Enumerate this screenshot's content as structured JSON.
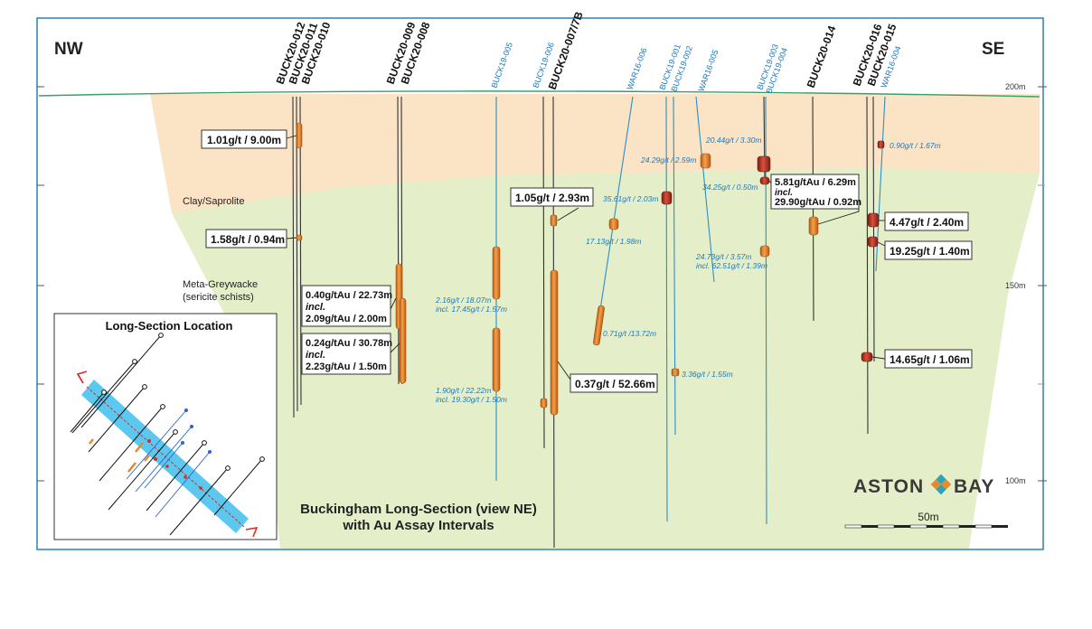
{
  "labels": {
    "nw": "NW",
    "se": "SE",
    "clay": "Clay/Saprolite",
    "meta1": "Meta-Greywacke",
    "meta2": "(sericite schists)",
    "title1": "Buckingham Long-Section (view NE)",
    "title2": "with Au Assay Intervals",
    "inset_title": "Long-Section Location",
    "logo_left": "ASTON",
    "logo_right": "BAY",
    "scale": "50m"
  },
  "elevations": [
    "200m",
    "150m",
    "100m"
  ],
  "holes": [
    {
      "id": "h1",
      "name": "BUCK20-012",
      "kind": "main"
    },
    {
      "id": "h2",
      "name": "BUCK20-011",
      "kind": "main"
    },
    {
      "id": "h3",
      "name": "BUCK20-010",
      "kind": "main"
    },
    {
      "id": "h4",
      "name": "BUCK20-009",
      "kind": "main"
    },
    {
      "id": "h5",
      "name": "BUCK20-008",
      "kind": "main"
    },
    {
      "id": "h6",
      "name": "BUCK19-005",
      "kind": "old"
    },
    {
      "id": "h7",
      "name": "BUCK19-006",
      "kind": "old"
    },
    {
      "id": "h8",
      "name": "BUCK20-007/7B",
      "kind": "main"
    },
    {
      "id": "h9",
      "name": "WAR16-006",
      "kind": "old"
    },
    {
      "id": "h10",
      "name": "BUCK19-001",
      "kind": "old"
    },
    {
      "id": "h11",
      "name": "BUCK19-002",
      "kind": "old"
    },
    {
      "id": "h12",
      "name": "WAR16-005",
      "kind": "old"
    },
    {
      "id": "h13",
      "name": "BUCK19-003",
      "kind": "old"
    },
    {
      "id": "h14",
      "name": "BUCK19-004",
      "kind": "old"
    },
    {
      "id": "h15",
      "name": "BUCK20-014",
      "kind": "main"
    },
    {
      "id": "h16",
      "name": "BUCK20-016",
      "kind": "main"
    },
    {
      "id": "h17",
      "name": "BUCK20-015",
      "kind": "main"
    },
    {
      "id": "h18",
      "name": "WAR16-004",
      "kind": "old"
    }
  ],
  "assays_boxed": [
    {
      "id": "b1",
      "lines": [
        "1.01g/t / 9.00m"
      ]
    },
    {
      "id": "b2",
      "lines": [
        "1.58g/t / 0.94m"
      ]
    },
    {
      "id": "b3",
      "lines": [
        "0.40g/tAu / 22.73m",
        "incl.",
        "2.09g/tAu / 2.00m"
      ]
    },
    {
      "id": "b4",
      "lines": [
        "0.24g/tAu / 30.78m",
        "incl.",
        "2.23g/tAu / 1.50m"
      ]
    },
    {
      "id": "b5",
      "lines": [
        "1.05g/t / 2.93m"
      ]
    },
    {
      "id": "b6",
      "lines": [
        "0.37g/t / 52.66m"
      ]
    },
    {
      "id": "b7",
      "lines": [
        "5.81g/tAu / 6.29m",
        "incl.",
        "29.90g/tAu / 0.92m"
      ]
    },
    {
      "id": "b8",
      "lines": [
        "4.47g/t / 2.40m"
      ]
    },
    {
      "id": "b9",
      "lines": [
        "19.25g/t / 1.40m"
      ]
    },
    {
      "id": "b10",
      "lines": [
        "14.65g/t / 1.06m"
      ]
    }
  ],
  "assays_small": [
    {
      "id": "s1",
      "lines": [
        "24.29g/t / 2.59m"
      ]
    },
    {
      "id": "s2",
      "lines": [
        "20.44g/t / 3.30m"
      ]
    },
    {
      "id": "s3",
      "lines": [
        "0.90g/t / 1.67m"
      ]
    },
    {
      "id": "s4",
      "lines": [
        "35.61g/t / 2.03m"
      ]
    },
    {
      "id": "s5",
      "lines": [
        "34.25g/t / 0.50m"
      ]
    },
    {
      "id": "s6",
      "lines": [
        "17.13g/t / 1.98m"
      ]
    },
    {
      "id": "s7",
      "lines": [
        "24.73g/t / 3.57m",
        "incl. 62.51g/t / 1.39m"
      ]
    },
    {
      "id": "s8",
      "lines": [
        "2.16g/t / 18.07m",
        "incl. 17.45g/t / 1.57m"
      ]
    },
    {
      "id": "s9",
      "lines": [
        "0.71g/t /13.72m"
      ]
    },
    {
      "id": "s10",
      "lines": [
        "3.36g/t / 1.55m"
      ]
    },
    {
      "id": "s11",
      "lines": [
        "1.90g/t / 22.22m",
        "incl. 19.30g/t / 1.50m"
      ]
    }
  ],
  "colors": {
    "clay": "#fbe3c6",
    "meta": "#e4efc9",
    "frame": "#2f7fb5",
    "ground": "#3aa06a",
    "main_hole": "#333333",
    "old_hole": "#2a8fc7",
    "old_label": "#1a79c0",
    "intercept": "#e8842c",
    "intercept_hi": "#c0392b",
    "inset_band": "#5cc8ef",
    "logo_teal": "#2ea3b8",
    "logo_orange": "#e58b2a"
  }
}
